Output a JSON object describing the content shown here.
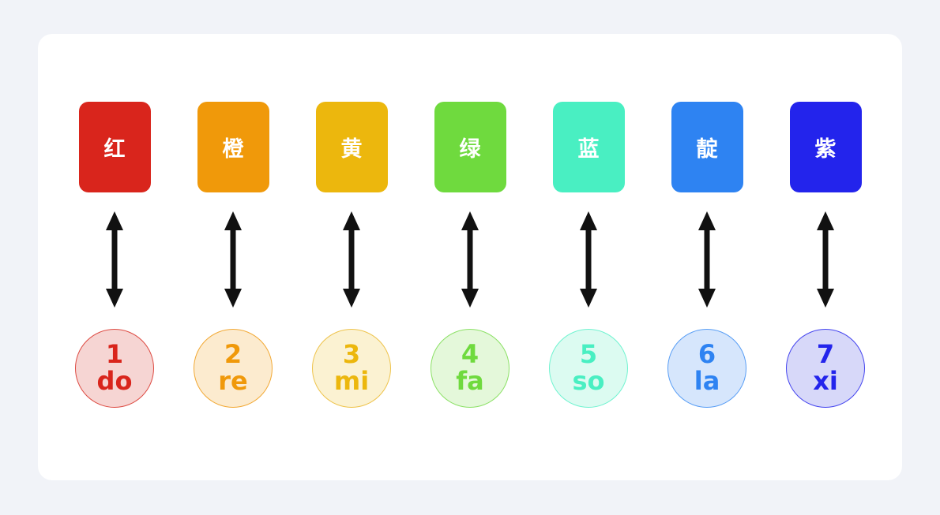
{
  "page": {
    "background": "#f1f3f8",
    "card_background": "#ffffff"
  },
  "arrow": {
    "description": "vertical double-headed arrow linking color swatch and note circle",
    "color": "#111111"
  },
  "columns": [
    {
      "color_name": "红",
      "note_number": "1",
      "note_syllable": "do",
      "rect_color": "#d9251c",
      "circle_fill": "#f6d5d3",
      "circle_border": "#dd4a42",
      "circle_text": "#d9251c"
    },
    {
      "color_name": "橙",
      "note_number": "2",
      "note_syllable": "re",
      "rect_color": "#f0990a",
      "circle_fill": "#fcebcf",
      "circle_border": "#f2a935",
      "circle_text": "#f0990a"
    },
    {
      "color_name": "黄",
      "note_number": "3",
      "note_syllable": "mi",
      "rect_color": "#ecb70d",
      "circle_fill": "#fbf2d2",
      "circle_border": "#eec34b",
      "circle_text": "#ecb70d"
    },
    {
      "color_name": "绿",
      "note_number": "4",
      "note_syllable": "fa",
      "rect_color": "#6fda3e",
      "circle_fill": "#e4f8da",
      "circle_border": "#8ce166",
      "circle_text": "#6fda3e"
    },
    {
      "color_name": "蓝",
      "note_number": "5",
      "note_syllable": "so",
      "rect_color": "#49efc2",
      "circle_fill": "#dcfbf1",
      "circle_border": "#70f3d0",
      "circle_text": "#49efc2"
    },
    {
      "color_name": "靛",
      "note_number": "6",
      "note_syllable": "la",
      "rect_color": "#2e83f2",
      "circle_fill": "#d6e6fc",
      "circle_border": "#599ef5",
      "circle_text": "#2e83f2"
    },
    {
      "color_name": "紫",
      "note_number": "7",
      "note_syllable": "xi",
      "rect_color": "#2324ec",
      "circle_fill": "#d7d8f9",
      "circle_border": "#4444ef",
      "circle_text": "#2324ec"
    }
  ]
}
